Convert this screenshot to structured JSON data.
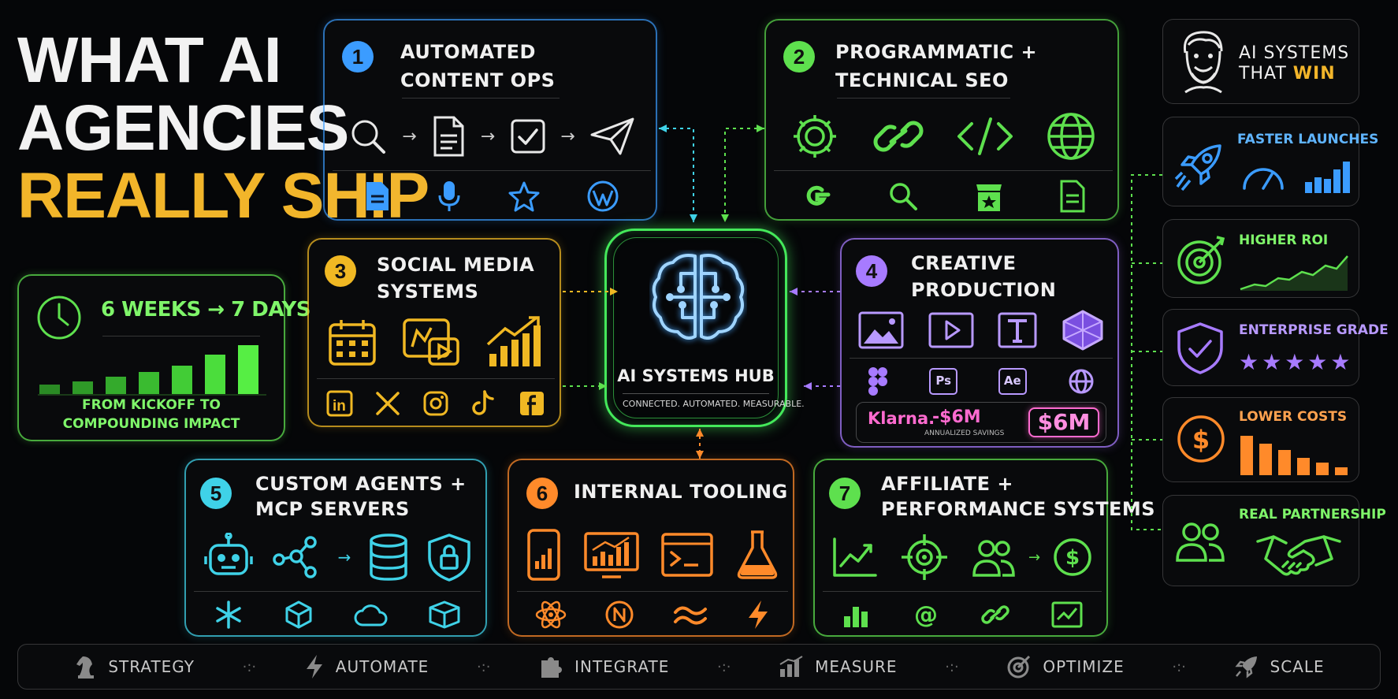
{
  "title": {
    "line1": "WHAT AI",
    "line2": "AGENCIES",
    "line3": "REALLY SHIP"
  },
  "timeline": {
    "headline": "6 WEEKS → 7 DAYS",
    "caption_line1": "FROM KICKOFF TO",
    "caption_line2": "COMPOUNDING IMPACT"
  },
  "panels": [
    {
      "number": "1",
      "title_line1": "AUTOMATED",
      "title_line2": "CONTENT OPS",
      "color": "#3b9cff"
    },
    {
      "number": "2",
      "title_line1": "PROGRAMMATIC +",
      "title_line2": "TECHNICAL SEO",
      "color": "#5ee04e"
    },
    {
      "number": "3",
      "title_line1": "SOCIAL MEDIA",
      "title_line2": "SYSTEMS",
      "color": "#f0b823"
    },
    {
      "number": "4",
      "title_line1": "CREATIVE",
      "title_line2": "PRODUCTION",
      "color": "#a77bff"
    },
    {
      "number": "5",
      "title_line1": "CUSTOM AGENTS +",
      "title_line2": "MCP SERVERS",
      "color": "#3fd2e8"
    },
    {
      "number": "6",
      "title_line1": "INTERNAL TOOLING",
      "title_line2": "",
      "color": "#ff8a2a"
    },
    {
      "number": "7",
      "title_line1": "AFFILIATE +",
      "title_line2": "PERFORMANCE SYSTEMS",
      "color": "#5ee04e"
    }
  ],
  "creative_apps": {
    "ps": "Ps",
    "ae": "Ae"
  },
  "klarna": {
    "brand": "Klarna.",
    "delta": "-$6M",
    "caption": "ANNUALIZED SAVINGS",
    "badge": "$6M"
  },
  "hub": {
    "title": "AI SYSTEMS HUB",
    "subtitle": "CONNECTED. AUTOMATED. MEASURABLE."
  },
  "profile": {
    "line1": "AI SYSTEMS",
    "line2_a": "THAT ",
    "line2_b": "WIN"
  },
  "benefits": [
    {
      "label": "FASTER LAUNCHES",
      "color": "#3b9cff"
    },
    {
      "label": "HIGHER ROI",
      "color": "#5ee04e"
    },
    {
      "label": "ENTERPRISE GRADE",
      "color": "#a77bff"
    },
    {
      "label": "LOWER COSTS",
      "color": "#ff8a2a"
    },
    {
      "label": "REAL PARTNERSHIP",
      "color": "#5ee04e"
    }
  ],
  "bottom_bar": [
    {
      "label": "STRATEGY"
    },
    {
      "label": "AUTOMATE"
    },
    {
      "label": "INTEGRATE"
    },
    {
      "label": "MEASURE"
    },
    {
      "label": "OPTIMIZE"
    },
    {
      "label": "SCALE"
    }
  ]
}
